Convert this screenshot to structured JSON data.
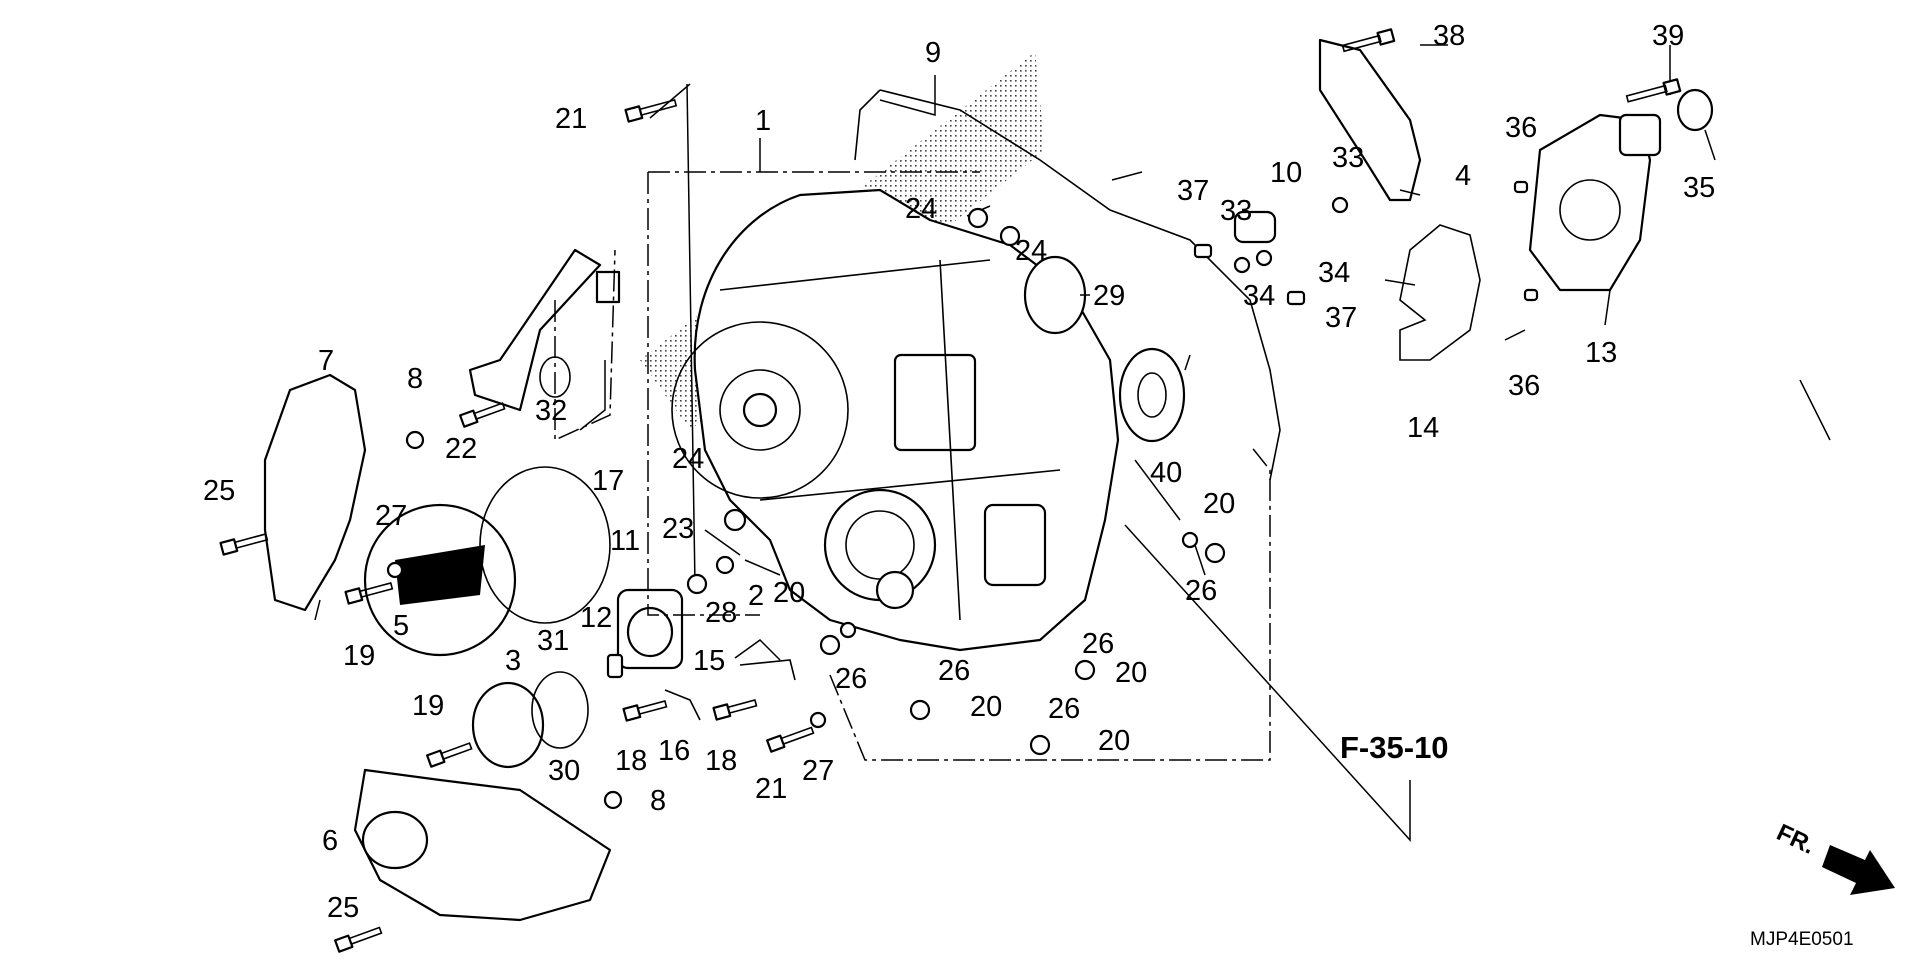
{
  "diagram": {
    "reference_code": "F-35-10",
    "drawing_code": "MJP4E0501",
    "direction_label": "FR.",
    "parts": [
      {
        "id": "p1",
        "number": "1"
      },
      {
        "id": "p2a",
        "number": "2"
      },
      {
        "id": "p3",
        "number": "3"
      },
      {
        "id": "p4",
        "number": "4"
      },
      {
        "id": "p5",
        "number": "5"
      },
      {
        "id": "p6",
        "number": "6"
      },
      {
        "id": "p7",
        "number": "7"
      },
      {
        "id": "p8a",
        "number": "8"
      },
      {
        "id": "p8b",
        "number": "8"
      },
      {
        "id": "p9",
        "number": "9"
      },
      {
        "id": "p10",
        "number": "10"
      },
      {
        "id": "p11",
        "number": "11"
      },
      {
        "id": "p12",
        "number": "12"
      },
      {
        "id": "p13",
        "number": "13"
      },
      {
        "id": "p14",
        "number": "14"
      },
      {
        "id": "p15",
        "number": "15"
      },
      {
        "id": "p16",
        "number": "16"
      },
      {
        "id": "p17",
        "number": "17"
      },
      {
        "id": "p18a",
        "number": "18"
      },
      {
        "id": "p18b",
        "number": "18"
      },
      {
        "id": "p19a",
        "number": "19"
      },
      {
        "id": "p19b",
        "number": "19"
      },
      {
        "id": "p20a",
        "number": "20"
      },
      {
        "id": "p20b",
        "number": "20"
      },
      {
        "id": "p20c",
        "number": "20"
      },
      {
        "id": "p20d",
        "number": "20"
      },
      {
        "id": "p20e",
        "number": "20"
      },
      {
        "id": "p21a",
        "number": "21"
      },
      {
        "id": "p21b",
        "number": "21"
      },
      {
        "id": "p22",
        "number": "22"
      },
      {
        "id": "p23",
        "number": "23"
      },
      {
        "id": "p24a",
        "number": "24"
      },
      {
        "id": "p24b",
        "number": "24"
      },
      {
        "id": "p24c",
        "number": "24"
      },
      {
        "id": "p25a",
        "number": "25"
      },
      {
        "id": "p25b",
        "number": "25"
      },
      {
        "id": "p26a",
        "number": "26"
      },
      {
        "id": "p26b",
        "number": "26"
      },
      {
        "id": "p26c",
        "number": "26"
      },
      {
        "id": "p26d",
        "number": "26"
      },
      {
        "id": "p26e",
        "number": "26"
      },
      {
        "id": "p27a",
        "number": "27"
      },
      {
        "id": "p27b",
        "number": "27"
      },
      {
        "id": "p28",
        "number": "28"
      },
      {
        "id": "p29",
        "number": "29"
      },
      {
        "id": "p30",
        "number": "30"
      },
      {
        "id": "p31",
        "number": "31"
      },
      {
        "id": "p32",
        "number": "32"
      },
      {
        "id": "p33a",
        "number": "33"
      },
      {
        "id": "p33b",
        "number": "33"
      },
      {
        "id": "p34a",
        "number": "34"
      },
      {
        "id": "p34b",
        "number": "34"
      },
      {
        "id": "p35",
        "number": "35"
      },
      {
        "id": "p36a",
        "number": "36"
      },
      {
        "id": "p36b",
        "number": "36"
      },
      {
        "id": "p37a",
        "number": "37"
      },
      {
        "id": "p37b",
        "number": "37"
      },
      {
        "id": "p38",
        "number": "38"
      },
      {
        "id": "p39",
        "number": "39"
      },
      {
        "id": "p40",
        "number": "40"
      }
    ]
  }
}
